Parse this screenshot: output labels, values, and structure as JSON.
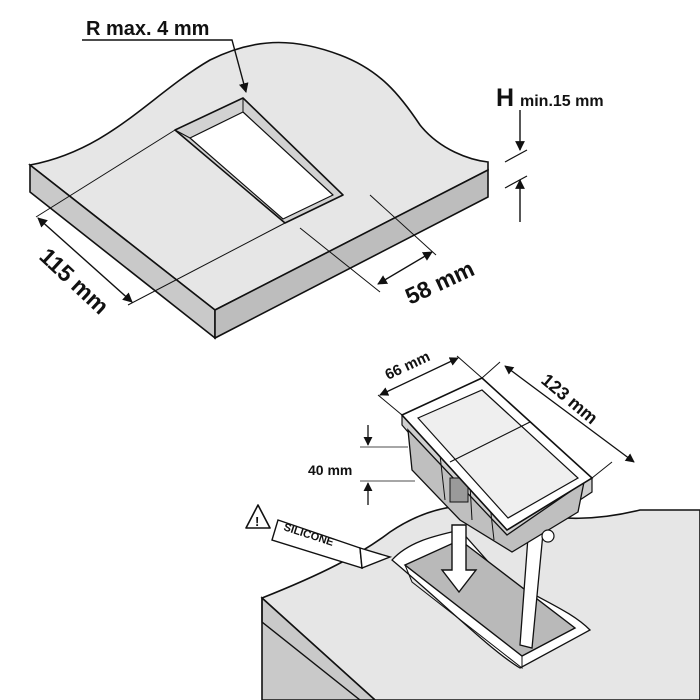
{
  "top_diagram": {
    "radius_label": "R max. 4 mm",
    "height_symbol": "H",
    "height_label": "min.15 mm",
    "width_label": "115 mm",
    "depth_label": "58 mm"
  },
  "bottom_diagram": {
    "box_width_label": "66 mm",
    "box_length_label": "123 mm",
    "box_height_label": "40 mm",
    "tube_label": "SILICONE",
    "warning_icon": "warning-triangle-icon",
    "arrow_icon": "insert-down-arrow-icon"
  },
  "colors": {
    "slab_top": "#e6e6e6",
    "slab_side": "#c8c8c8",
    "line": "#111111"
  }
}
